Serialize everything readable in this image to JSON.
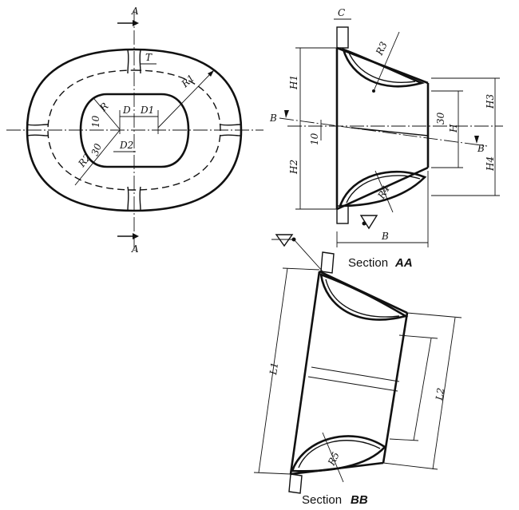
{
  "labels": {
    "section_a": "A",
    "t": "T",
    "r": "R",
    "d": "D",
    "d1": "D1",
    "d2": "D2",
    "r1": "R1",
    "r2": "R2",
    "ten": "10",
    "thirty": "30",
    "c": "C",
    "r3": "R3",
    "r4": "R4",
    "r5": "R5",
    "h1": "H1",
    "h2": "H2",
    "h3": "H3",
    "h4": "H4",
    "h": "H",
    "b_dim": "B",
    "b_section": "B",
    "l1": "L1",
    "l2": "L2"
  },
  "captions": {
    "aa_prefix": "Section",
    "aa_bold": "AA",
    "bb_prefix": "Section",
    "bb_bold": "BB"
  }
}
